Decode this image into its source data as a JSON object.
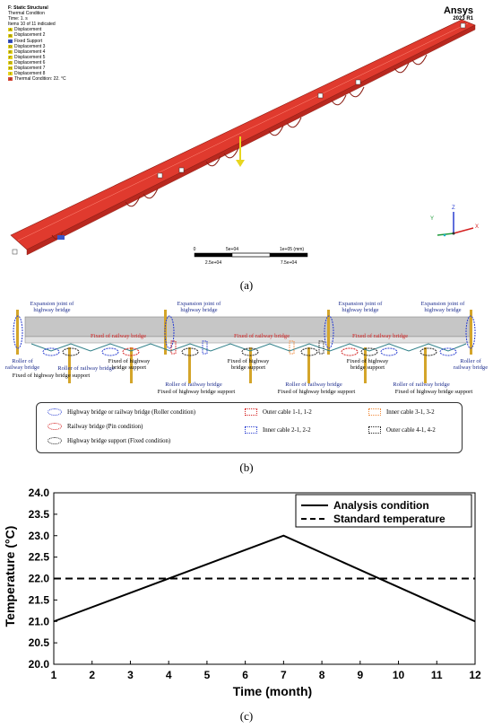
{
  "panel_a": {
    "title": "F: Static Structural",
    "subtitle": "Thermal Condition",
    "time_line": "Time: 1. s",
    "items_line": "Items 10 of 11 indicated",
    "legend": [
      {
        "key": "A",
        "label": "Displacement",
        "color": "#e8d61f"
      },
      {
        "key": "B",
        "label": "Displacement 2",
        "color": "#e8d61f"
      },
      {
        "key": "C",
        "label": "Fixed Support",
        "color": "#3b55c8"
      },
      {
        "key": "D",
        "label": "Displacement 3",
        "color": "#e8d61f"
      },
      {
        "key": "E",
        "label": "Displacement 4",
        "color": "#e8d61f"
      },
      {
        "key": "F",
        "label": "Displacement 5",
        "color": "#e8d61f"
      },
      {
        "key": "G",
        "label": "Displacement 6",
        "color": "#e8d61f"
      },
      {
        "key": "H",
        "label": "Displacement 7",
        "color": "#e8d61f"
      },
      {
        "key": "I",
        "label": "Displacement 8",
        "color": "#e8d61f"
      },
      {
        "key": "J",
        "label": "Thermal Condition: 22. °C",
        "color": "#d64a3a"
      }
    ],
    "brand": "Ansys",
    "version": "2023 R1",
    "scale_labels_top": [
      "0",
      "5e+04",
      "1e+05 (mm)"
    ],
    "scale_labels_bottom": [
      "2.5e+04",
      "7.5e+04"
    ],
    "axis_labels": [
      "Z",
      "Y",
      "X"
    ],
    "deck_color": "#e03a2e"
  },
  "caption_a": "(a)",
  "panel_b": {
    "expansion_label": "Expansion joint of highway bridge",
    "expansion_label_line1": "Expansion joint of",
    "expansion_label_line2": "highway bridge",
    "fixed_railway_label": "Fixed of railway bridge",
    "roller_railway_line1": "Roller of",
    "roller_railway_line2": "railway bridge",
    "roller_railway_mid_line1": "Roller of railway bridge",
    "fixed_highway_support": "Fixed of highway bridge support",
    "fixed_highway_line1": "Fixed of highway",
    "fixed_highway_line2": "bridge support",
    "legend": {
      "roller": "Highway bridge or railway bridge (Roller condition)",
      "pin": "Railway bridge (Pin condition)",
      "fixed": "Highway bridge support (Fixed condition)",
      "outer1": "Outer cable 1-1, 1-2",
      "inner2": "Inner cable 2-1, 2-2",
      "inner3": "Inner cable 3-1, 3-2",
      "outer4": "Outer cable 4-1, 4-2"
    },
    "colors": {
      "blue": "#2b3fd1",
      "red": "#d42020",
      "orange": "#f08a3a",
      "black": "#222222"
    }
  },
  "caption_b": "(b)",
  "chart_data": {
    "type": "line",
    "xlabel": "Time (month)",
    "ylabel": "Temperature (°C)",
    "xlim": [
      1,
      12
    ],
    "ylim": [
      20.0,
      24.0
    ],
    "x_ticks": [
      "1",
      "2",
      "3",
      "4",
      "5",
      "6",
      "7",
      "8",
      "9",
      "10",
      "11",
      "12"
    ],
    "y_ticks": [
      "20.0",
      "20.5",
      "21.0",
      "21.5",
      "22.0",
      "22.5",
      "23.0",
      "23.5",
      "24.0"
    ],
    "series": [
      {
        "name": "Analysis condition",
        "style": "solid",
        "x": [
          1,
          7,
          12
        ],
        "y": [
          21.0,
          23.0,
          21.0
        ]
      },
      {
        "name": "Standard temperature",
        "style": "dashed",
        "x": [
          1,
          12
        ],
        "y": [
          22.0,
          22.0
        ]
      }
    ],
    "legend_position": "top-right",
    "grid": false
  },
  "caption_c": "(c)"
}
